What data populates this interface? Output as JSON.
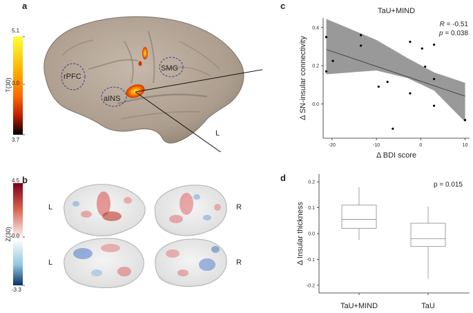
{
  "panel_letters": {
    "a": "a",
    "b": "b",
    "c": "c",
    "d": "d"
  },
  "panel_a": {
    "colorbar_label": "T(30)",
    "colorbar_max": "5.1",
    "colorbar_mid": "0.0",
    "colorbar_min": "3.7",
    "region_labels": {
      "rpfc": "rPFC",
      "smg": "SMG",
      "ains": "aINS"
    },
    "hemisphere_label": "L",
    "colors": {
      "scale_top": "#ffff33",
      "scale_mid": "#ff6600",
      "scale_low": "#cc2200",
      "scale_bottom": "#000000"
    }
  },
  "panel_b": {
    "colorbar_label": "Z(30)",
    "colorbar_max": "4.5",
    "colorbar_mid": "0.0",
    "colorbar_min": "-3.3",
    "left_label_top": "L",
    "right_label_top": "R",
    "left_label_bottom": "L",
    "right_label_bottom": "R",
    "colors": {
      "positive": "#b2182b",
      "neutral": "#ffffff",
      "negative": "#2166ac"
    }
  },
  "chart_data": [
    {
      "type": "scatter",
      "title": "TaU+MIND",
      "xlabel": "Δ BDI score",
      "ylabel": "Δ SN-insular connectivity",
      "stats": {
        "r_label": "R",
        "r_value": "= -0.51",
        "p_label": "p",
        "p_value": "= 0.038"
      },
      "xlim": [
        -22,
        11
      ],
      "ylim": [
        -0.18,
        0.45
      ],
      "xticks": [
        "-20",
        "-10",
        "0",
        "10"
      ],
      "xtick_values": [
        -20,
        -10,
        0,
        10
      ],
      "yticks": [
        "0.0",
        "0.2",
        "0.4"
      ],
      "ytick_values": [
        0.0,
        0.2,
        0.4
      ],
      "points": [
        [
          -21.3,
          0.35
        ],
        [
          -21.3,
          0.17
        ],
        [
          -19.8,
          0.225
        ],
        [
          -13.5,
          0.36
        ],
        [
          -13.5,
          0.305
        ],
        [
          -9.5,
          0.09
        ],
        [
          -7.5,
          0.115
        ],
        [
          -6.3,
          -0.13
        ],
        [
          -2.4,
          0.325
        ],
        [
          -2.4,
          0.055
        ],
        [
          0.3,
          0.29
        ],
        [
          1.0,
          0.195
        ],
        [
          3.0,
          0.31
        ],
        [
          3.0,
          0.13
        ],
        [
          3.0,
          -0.01
        ],
        [
          10.0,
          -0.085
        ]
      ],
      "fit": {
        "x": [
          -21.3,
          10.0
        ],
        "y": [
          0.285,
          0.04
        ]
      },
      "ci_upper": [
        [
          -21.3,
          0.445
        ],
        [
          -10,
          0.335
        ],
        [
          -3,
          0.24
        ],
        [
          3,
          0.165
        ],
        [
          10,
          0.11
        ]
      ],
      "ci_lower": [
        [
          -21.3,
          0.155
        ],
        [
          -10,
          0.175
        ],
        [
          -3,
          0.135
        ],
        [
          3,
          0.07
        ],
        [
          10,
          -0.095
        ]
      ],
      "grid": false,
      "colors": {
        "band": "#999999",
        "point": "#000000",
        "line": "#333333"
      }
    },
    {
      "type": "box",
      "xlabel": "",
      "ylabel": "Δ Insular thickness",
      "annotation": "p = 0.015",
      "categories": [
        "TaU+MIND",
        "TaU"
      ],
      "ylim": [
        -0.23,
        0.23
      ],
      "yticks": [
        "-0.2",
        "-0.1",
        "0.0",
        "0.1",
        "0.2"
      ],
      "ytick_values": [
        -0.2,
        -0.1,
        0.0,
        0.1,
        0.2
      ],
      "boxes": [
        {
          "whisker_low": -0.025,
          "q1": 0.02,
          "median": 0.055,
          "q3": 0.11,
          "whisker_high": 0.18
        },
        {
          "whisker_low": -0.175,
          "q1": -0.05,
          "median": -0.02,
          "q3": 0.04,
          "whisker_high": 0.105
        }
      ],
      "grid": false,
      "colors": {
        "stroke": "#888888"
      }
    }
  ]
}
